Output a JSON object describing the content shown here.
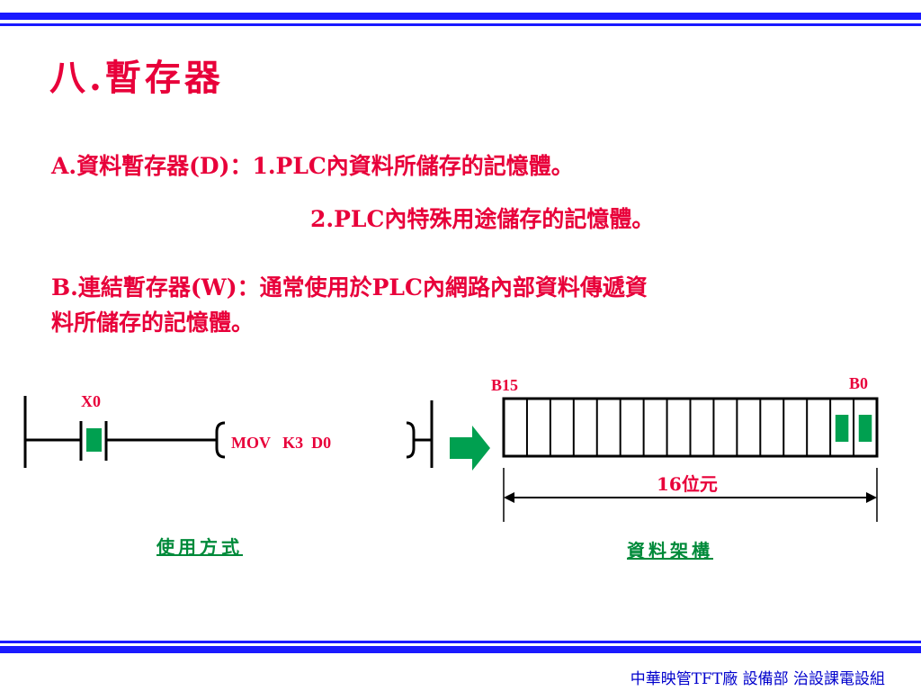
{
  "title": "八.暫存器",
  "sectionA": {
    "line1": "A.資料暫存器(D)：1.PLC內資料所儲存的記憶體。",
    "line2": "2.PLC內特殊用途儲存的記憶體。"
  },
  "sectionB": {
    "line1": "B.連結暫存器(W)：通常使用於PLC內網路內部資料傳遞資",
    "line2": "料所儲存的記憶體。"
  },
  "ladder": {
    "contact_label": "X0",
    "instruction": "MOV   K3  D0",
    "caption": "使用方式"
  },
  "register": {
    "msb_label": "B15",
    "lsb_label": "B0",
    "width_label": "16位元",
    "caption": "資料架構",
    "bits": 16,
    "set_bits": [
      0,
      1
    ]
  },
  "footer": "中華映管TFT廠  設備部  治設課電設組",
  "colors": {
    "rule": "#1a1aff",
    "title": "#e8003a",
    "accent_green": "#00a050",
    "caption_green": "#008a3a",
    "footer": "#0000cc"
  }
}
